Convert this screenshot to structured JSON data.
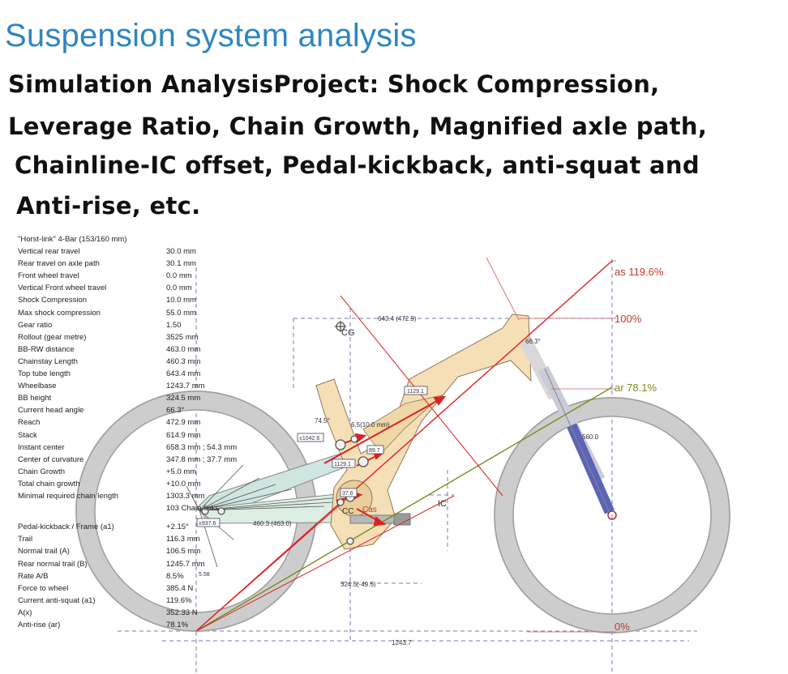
{
  "title": "Suspension system analysis",
  "subtitle_lines": [
    "Simulation AnalysisProject: Shock Compression,",
    "Leverage Ratio, Chain Growth, Magnified axle path,",
    "Chainline-IC offset, Pedal-kickback, anti-squat and",
    "Anti-rise, etc."
  ],
  "model_name": "\"Horst-link\" 4-Bar (153/160 mm)",
  "parameters": [
    {
      "label": "Vertical rear travel",
      "value": "30.0 mm"
    },
    {
      "label": "Rear travel on axle path",
      "value": "30.1 mm"
    },
    {
      "label": "Front wheel travel",
      "value": "0.0 mm"
    },
    {
      "label": "Vertical Front wheel travel",
      "value": "0.0 mm"
    },
    {
      "label": "Shock Compression",
      "value": "10.0 mm"
    },
    {
      "label": "Max shock compression",
      "value": "55.0 mm"
    },
    {
      "label": "Gear ratio",
      "value": "1.50"
    },
    {
      "label": "Rollout (gear metre)",
      "value": "3525 mm"
    },
    {
      "label": "BB-RW distance",
      "value": "463.0 mm"
    },
    {
      "label": "Chainstay Length",
      "value": "460.3 mm"
    },
    {
      "label": "Top tube length",
      "value": "643.4 mm"
    },
    {
      "label": "Wheelbase",
      "value": "1243.7 mm"
    },
    {
      "label": "BB height",
      "value": "324.5 mm"
    },
    {
      "label": "Current head angle",
      "value": "66.3°"
    },
    {
      "label": "Reach",
      "value": "472.9 mm"
    },
    {
      "label": "Stack",
      "value": "614.9 mm"
    },
    {
      "label": "Instant center",
      "value": "658.3 mm ; 54.3 mm"
    },
    {
      "label": "Center of curvature",
      "value": "347.8 mm ; 37.7 mm"
    },
    {
      "label": "Chain Growth",
      "value": "+5.0 mm"
    },
    {
      "label": "Total chain growth",
      "value": "+10.0 mm"
    },
    {
      "label": "Minimal required chain length",
      "value": "1303.3 mm"
    },
    {
      "label": "",
      "value": "103 Chain links"
    },
    {
      "label": "Pedal-kickback / Frame (a1)",
      "value": "+2.15°"
    },
    {
      "label": "Trail",
      "value": "116.3 mm"
    },
    {
      "label": "Normal trail (A)",
      "value": "106.5 mm"
    },
    {
      "label": "Rear normal trail (B)",
      "value": "1245.7 mm"
    },
    {
      "label": "Rate A/B",
      "value": "8.5%"
    },
    {
      "label": "Force to wheel",
      "value": "385.4 N"
    },
    {
      "label": "Current anti-squat (a1)",
      "value": "119.6%"
    },
    {
      "label": "A(x)",
      "value": "352.33 N"
    },
    {
      "label": "Anti-rise (ar)",
      "value": "78.1%"
    }
  ],
  "diagram": {
    "as_label": "as 119.6%",
    "pct100_label": "100%",
    "ar_label": "ar 78.1%",
    "pct0_label": "0%",
    "cg_label": "CG",
    "ic_label": "IC",
    "cc_label": "CC",
    "cas_label": "Cas",
    "top_dim": "643.4 (472.9)",
    "wheelbase_dim": "1243.7",
    "bb_dim": "324.5(-49.5)",
    "chainstay_dim": "460.3 (463.0)",
    "head_angle": "66.3°",
    "shock_dim": "560.0",
    "seat_angle": "74.5°",
    "stroke_dim": "6.5(10.0 mm)",
    "box_1129": "1129.1",
    "box_1042": "±1042.6",
    "box_897": "89.7",
    "box_1129b": "1129.1",
    "box_376": "37.6",
    "box_9376": "±937.6",
    "small_55": "5.58"
  },
  "colors": {
    "title": "#2e86c1",
    "frame": "#f5dfb7",
    "anti_squat_line": "#e02020",
    "anti_rise_line": "#7a8a1c",
    "arrow": "#e02020",
    "fork_lower": "#5b64b8"
  }
}
